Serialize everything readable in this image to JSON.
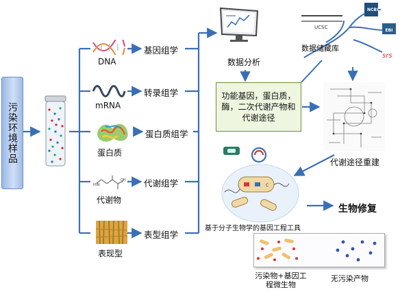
{
  "sample_label": "污染环境样品",
  "nodes": [
    {
      "key": "dna",
      "label": "DNA",
      "omics": "基因组学"
    },
    {
      "key": "mrna",
      "label": "mRNA",
      "omics": "转录组学"
    },
    {
      "key": "protein",
      "label": "蛋白质",
      "omics": "蛋白质组学"
    },
    {
      "key": "metabolite",
      "label": "代谢物",
      "omics": "代谢组学"
    },
    {
      "key": "phenotype",
      "label": "表现型",
      "omics": "表型组学"
    }
  ],
  "data_analysis": "数据分析",
  "database": {
    "label": "数据储藏库",
    "logos": [
      "UCSC",
      "NCBI",
      "EBI",
      "srs"
    ]
  },
  "function_text": "功能基因，蛋白质，酶，二次代谢产物和代谢途径",
  "pathway_reconstruction": "代谢途径重建",
  "bioremediation": "生物修复",
  "gene_tool": "基于分子生物学的基因工程工具",
  "result_left": "污染物+基因工程微生物",
  "result_right": "无污染产物",
  "colors": {
    "arrow": "#3a6fb5",
    "box_fill": "#eef6e0",
    "box_border": "#6b8f3a",
    "sample_fill": "#bcd2f2"
  }
}
